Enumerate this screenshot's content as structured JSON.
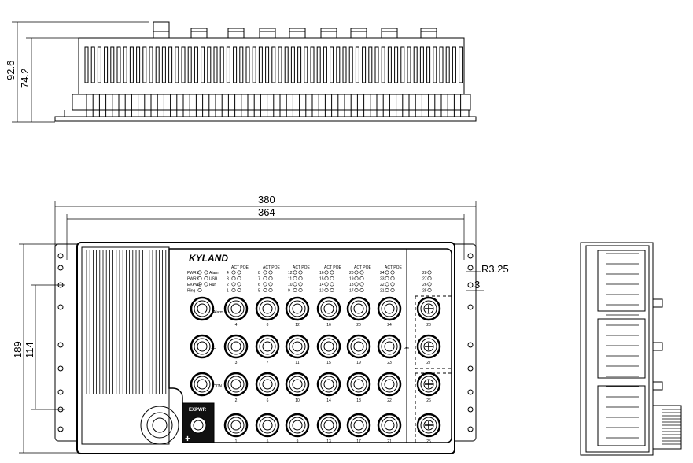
{
  "dimensions": {
    "total_height": "92.6",
    "body_height": "74.2",
    "total_width": "380",
    "mount_width": "364",
    "total_depth": "189",
    "mount_depth": "114",
    "hole_radius": "R3.25",
    "hole_offset": "3"
  },
  "panel": {
    "brand": "KYLAND",
    "leds_left": [
      "PWR1",
      "PWR2",
      "EXPWR",
      "Ring"
    ],
    "leds_right": [
      "Alarm",
      "USB",
      "Run"
    ],
    "led_header": [
      "ACT",
      "POE"
    ],
    "alarm_label": "Alarm",
    "usb_icon": "usb-icon",
    "console_label": "CON",
    "expwr_label": "EXPWR",
    "ge_label": "GE",
    "port_rows": [
      [
        "4",
        "8",
        "12",
        "16",
        "20",
        "24"
      ],
      [
        "3",
        "7",
        "11",
        "15",
        "19",
        "23"
      ],
      [
        "2",
        "6",
        "10",
        "14",
        "18",
        "22"
      ],
      [
        "1",
        "5",
        "9",
        "13",
        "17",
        "21"
      ]
    ],
    "ge_ports": [
      "28",
      "27",
      "26",
      "25"
    ]
  },
  "colors": {
    "line": "#000000",
    "background": "#ffffff"
  }
}
